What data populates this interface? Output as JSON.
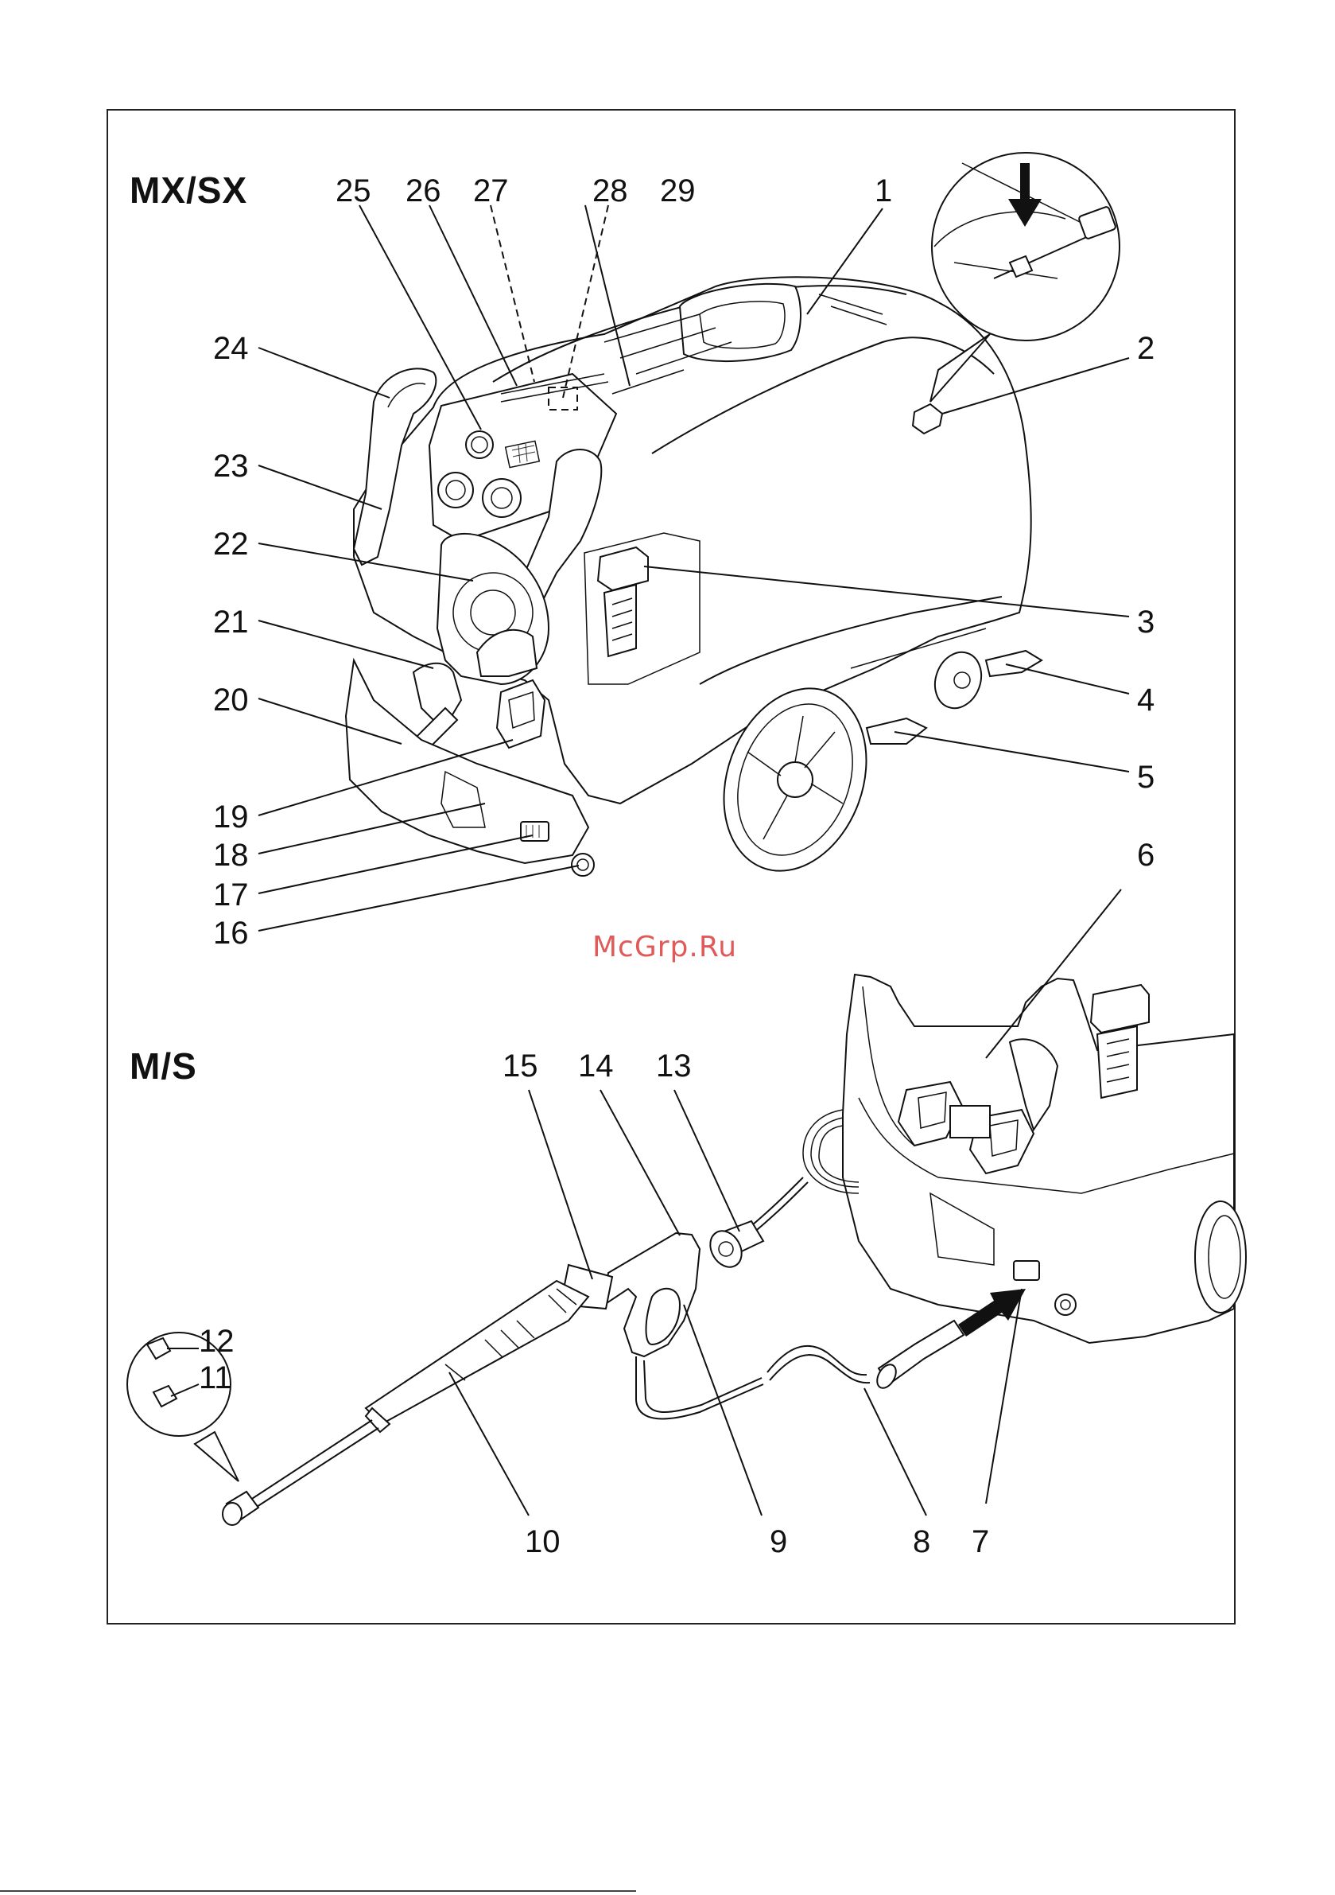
{
  "figure": {
    "top_heading": "MX/SX",
    "bottom_heading": "M/S",
    "watermark": "McGrp.Ru"
  },
  "callouts": {
    "c1": "1",
    "c2": "2",
    "c3": "3",
    "c4": "4",
    "c5": "5",
    "c6": "6",
    "c7": "7",
    "c8": "8",
    "c9": "9",
    "c10": "10",
    "c11": "11",
    "c12": "12",
    "c13": "13",
    "c14": "14",
    "c15": "15",
    "c16": "16",
    "c17": "17",
    "c18": "18",
    "c19": "19",
    "c20": "20",
    "c21": "21",
    "c22": "22",
    "c23": "23",
    "c24": "24",
    "c25": "25",
    "c26": "26",
    "c27": "27",
    "c28": "28",
    "c29": "29"
  }
}
